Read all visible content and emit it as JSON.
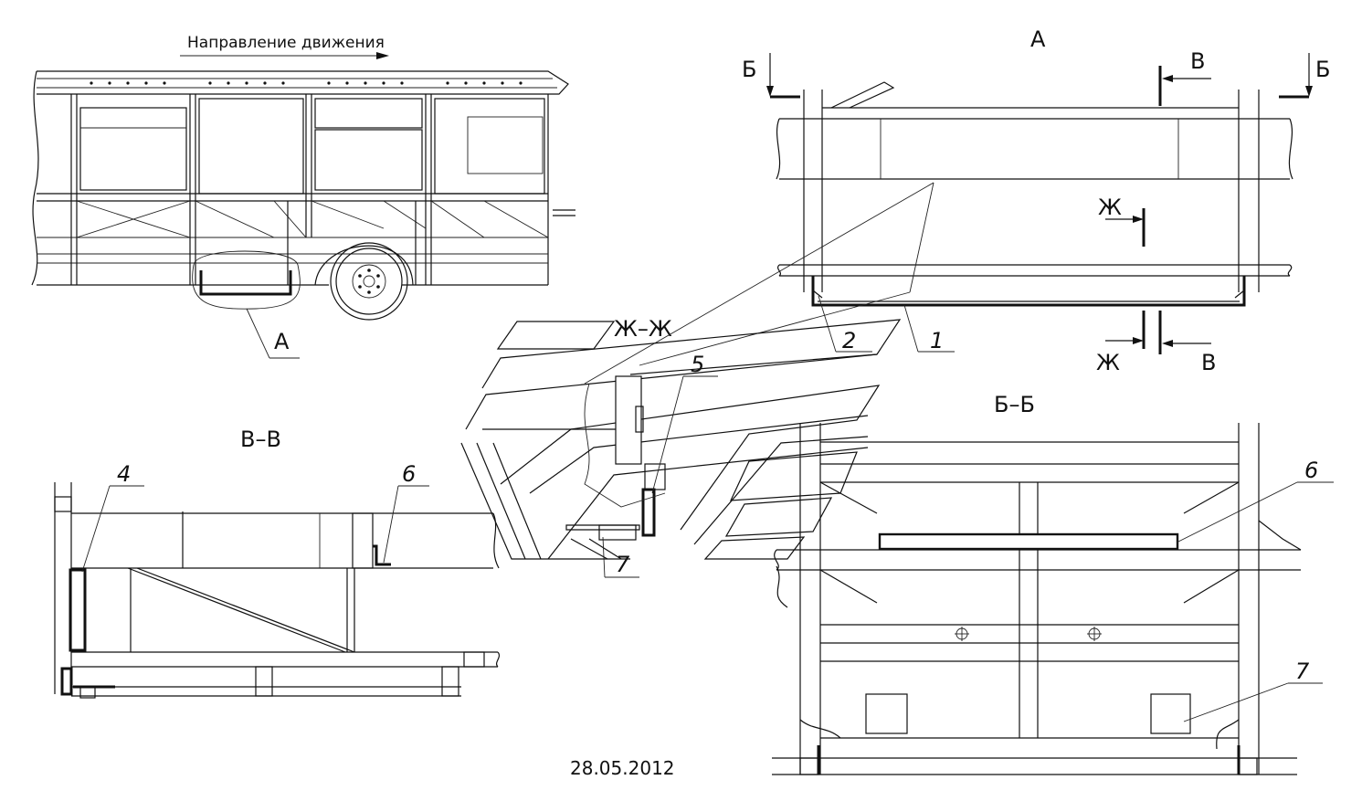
{
  "header": {
    "direction_label": "Направление движения"
  },
  "views": {
    "view_a": "А",
    "section_bb": "Б–Б",
    "section_vv": "В–В",
    "section_zhzh": "Ж–Ж"
  },
  "markers": {
    "a_callout": "А",
    "b_left": "Б",
    "b_right": "Б",
    "v_top": "В",
    "v_bottom": "В",
    "zh_top": "Ж",
    "zh_bottom": "Ж"
  },
  "callouts": {
    "c1": "1",
    "c2": "2",
    "c4": "4",
    "c5": "5",
    "c6_vv": "6",
    "c6_bb": "6",
    "c7_zh": "7",
    "c7_bb": "7"
  },
  "footer": {
    "date": "28.05.2012"
  }
}
